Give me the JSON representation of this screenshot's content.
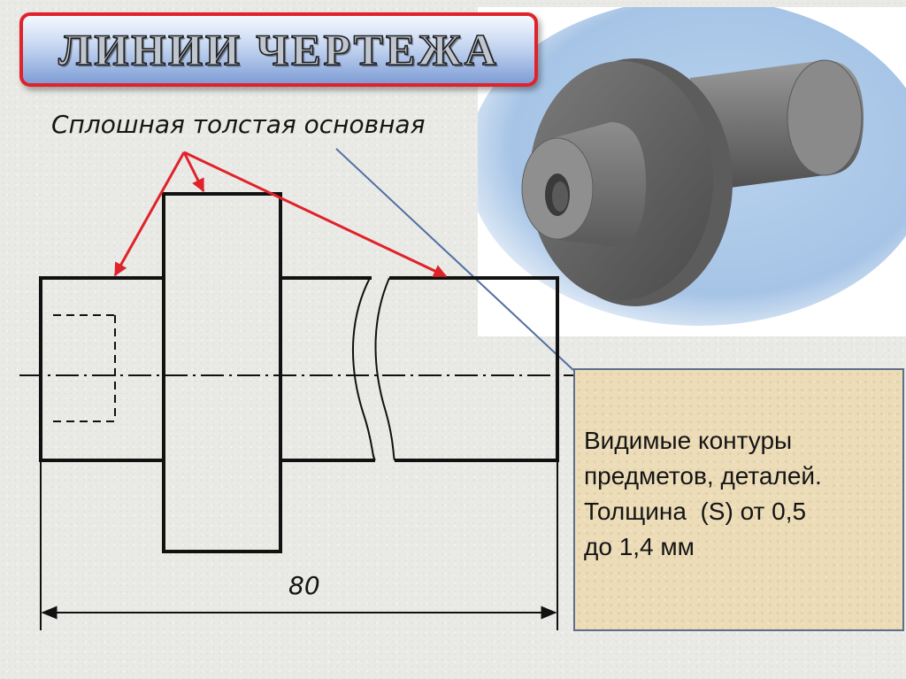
{
  "title": "ЛИНИИ ЧЕРТЕЖА",
  "line_type_label": "Сплошная толстая основная",
  "dimension_value": "80",
  "callout": {
    "lines": [
      "Видимые контуры",
      "предметов, деталей.",
      "Толщина  (S) от 0,5",
      "до 1,4 мм"
    ]
  },
  "colors": {
    "title_border": "#e0222a",
    "arrow": "#e0222a",
    "leader_line": "#4f6fa0",
    "callout_fill": "#ecdcb8"
  }
}
